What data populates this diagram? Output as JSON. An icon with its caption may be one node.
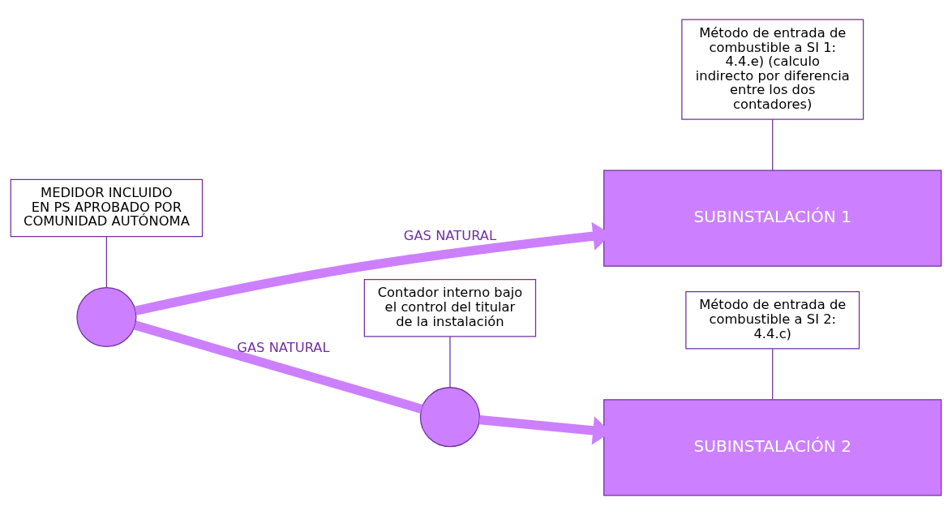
{
  "diagram": {
    "nodes": [
      {
        "text": [
          "MEDIDOR INCLUIDO EN PS APROBADO POR COMUNIDAD AUTÓNOMA"
        ]
      },
      {
        "text": [
          "Método de entrada de combustible a SI 1: 4.4.e) (calculo indirecto por diferencia entre los dos contadores)"
        ]
      },
      {
        "text": [],
        "shape": "circle"
      },
      {
        "text": [
          "SUBINSTALACIÓN 1"
        ]
      },
      {
        "text": [
          "Método de entrada de combustible a SI 2: 4.4.c)"
        ]
      },
      {
        "text": [],
        "shape": "circle"
      },
      {
        "text": [
          "SUBINSTALACIÓN 2"
        ]
      },
      {
        "text": [
          "Contador interno bajo el control del titular de la instalación"
        ]
      }
    ],
    "edges": [
      {
        "from": 0,
        "to": 2,
        "arrow": "none"
      },
      {
        "from": 2,
        "to": 3,
        "arrow": "to",
        "label": "GAS NATURAL",
        "style": "thick",
        "color": "#cc80ff"
      },
      {
        "from": 2,
        "to": 5,
        "arrow": "none",
        "label": "GAS NATURAL",
        "style": "thick",
        "color": "#cc80ff"
      },
      {
        "from": 5,
        "to": 6,
        "arrow": "to",
        "style": "thick",
        "color": "#cc80ff"
      },
      {
        "from": 7,
        "to": 5,
        "arrow": "none"
      },
      {
        "from": 1,
        "to": 3,
        "arrow": "none"
      },
      {
        "from": 4,
        "to": 6,
        "arrow": "none"
      }
    ]
  }
}
